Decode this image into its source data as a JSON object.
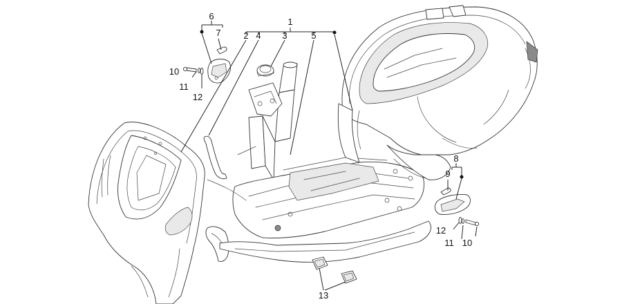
{
  "callouts": {
    "c1": "1",
    "c2": "2",
    "c3": "3",
    "c4": "4",
    "c5": "5",
    "c6": "6",
    "c7": "7",
    "c8": "8",
    "c9": "9",
    "c10a": "10",
    "c11a": "11",
    "c12a": "12",
    "c10b": "10",
    "c11b": "11",
    "c12b": "12",
    "c13": "13"
  }
}
